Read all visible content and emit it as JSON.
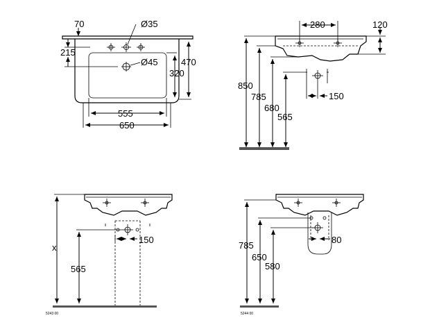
{
  "top_view": {
    "dims": {
      "d70": "70",
      "d35": "Ø35",
      "d215": "215",
      "d45": "Ø45",
      "d470": "470",
      "d320": "320",
      "d555": "555",
      "d650": "650"
    }
  },
  "side_view": {
    "dims": {
      "d280": "280",
      "d120": "120",
      "d850": "850",
      "d785": "785",
      "d680": "680",
      "d565": "565",
      "d150": "150"
    }
  },
  "front_pedestal_view": {
    "dims": {
      "dx": "x",
      "d565": "565",
      "d150": "150"
    },
    "code": "5243 00"
  },
  "front_semipedestal_view": {
    "dims": {
      "d785": "785",
      "d650": "650",
      "d580": "580",
      "d80": "80"
    },
    "code": "5244 00"
  }
}
